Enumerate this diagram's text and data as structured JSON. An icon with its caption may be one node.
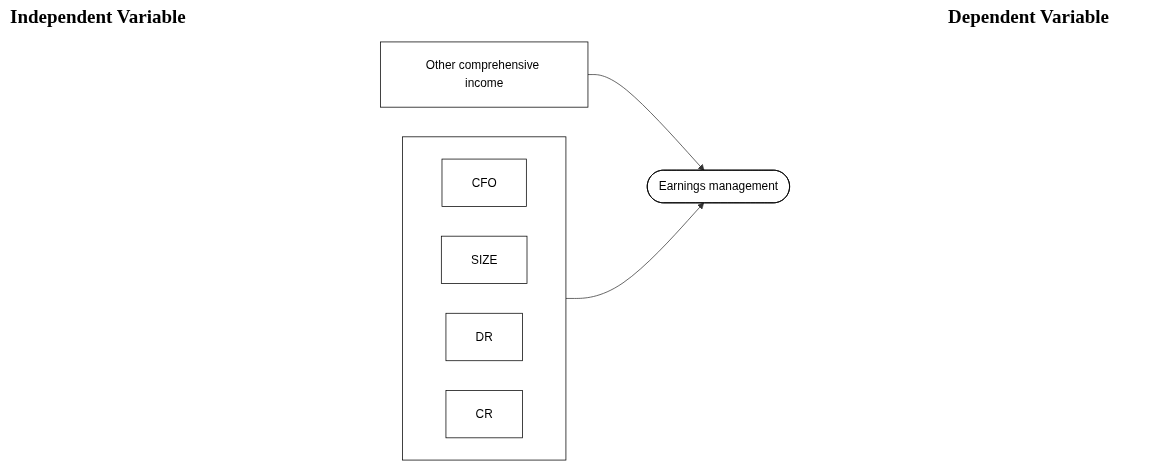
{
  "diagram": {
    "nodes": [
      {
        "text": [
          "Other comprehensive income"
        ]
      },
      {
        "text": [
          "Earnings management"
        ]
      },
      {
        "text": [],
        "shape": "box"
      },
      {
        "text": [
          "CFO"
        ],
        "in": 2
      },
      {
        "text": [
          "SIZE"
        ],
        "in": 2
      },
      {
        "text": [
          "DR"
        ],
        "in": 2
      },
      {
        "text": [
          "CR"
        ],
        "in": 2
      }
    ],
    "edges": [
      {
        "from": 0,
        "to": 1,
        "arrow": "to"
      },
      {
        "from": 2,
        "to": 1,
        "arrow": "to"
      }
    ],
    "labels": [
      "Independent Variable",
      "Dependent Variable"
    ]
  }
}
